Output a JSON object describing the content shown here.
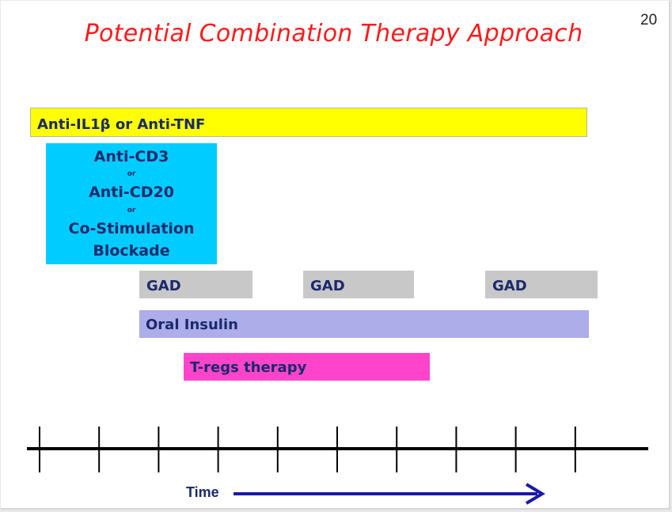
{
  "slide": {
    "title": "Potential Combination Therapy Approach",
    "page_number": "20"
  },
  "bars": {
    "anti_il1": "Anti-IL1β or Anti-TNF",
    "cyan": {
      "line1": "Anti-CD3",
      "or1": "or",
      "line2": "Anti-CD20",
      "or2": "or",
      "line3": "Co-Stimulation",
      "line4": "Blockade"
    },
    "gad": [
      "GAD",
      "GAD",
      "GAD"
    ],
    "oral_insulin": "Oral Insulin",
    "tregs": "T-regs therapy"
  },
  "timeline": {
    "label": "Time",
    "tick_count": 10
  },
  "colors": {
    "title": "#ff1a1a",
    "label_text": "#1a2a6c",
    "anti_il1_bar": "#ffff00",
    "cyan_box": "#00ccff",
    "gad_bar": "#c8c8c8",
    "oral_insulin_bar": "#adadea",
    "tregs_bar": "#ff44cc",
    "arrow": "#1a1aa6"
  }
}
